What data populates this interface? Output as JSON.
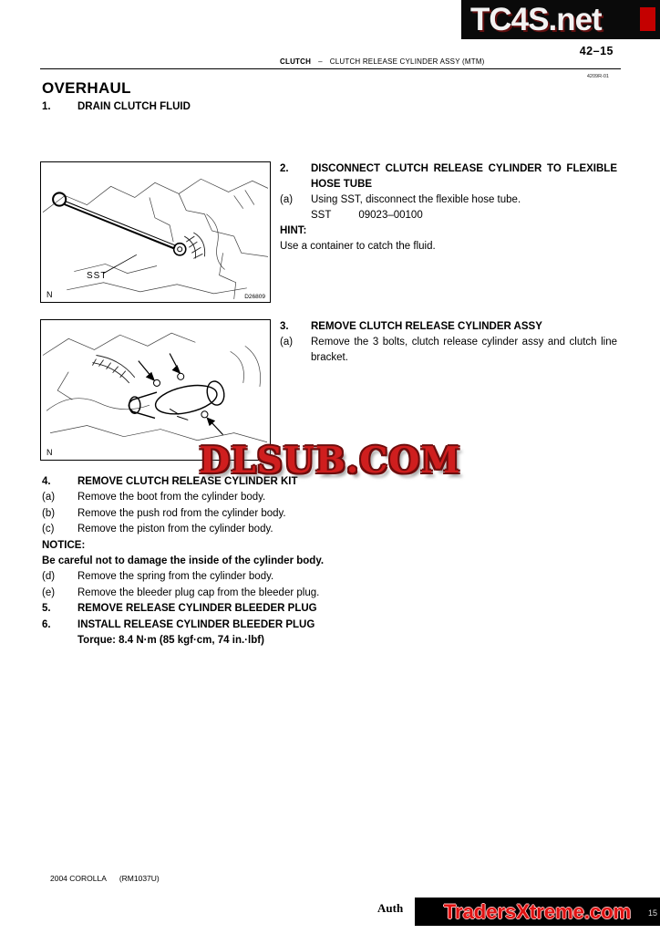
{
  "logo": {
    "text": "TC4S.net",
    "accent_color": "#c40000"
  },
  "header": {
    "page_number": "42–15",
    "section": "CLUTCH",
    "separator": "–",
    "title": "CLUTCH RELEASE CYLINDER ASSY (MTM)",
    "doc_code": "4209R-01"
  },
  "overhaul_title": "OVERHAUL",
  "step1": {
    "num": "1.",
    "heading": "DRAIN CLUTCH FLUID"
  },
  "figure1": {
    "corner_label": "N",
    "tool_label": "SST",
    "code": "D26809"
  },
  "step2": {
    "num": "2.",
    "heading": "DISCONNECT CLUTCH RELEASE CYLINDER TO FLEXIBLE HOSE TUBE",
    "sub_a": {
      "label": "(a)",
      "text": "Using SST, disconnect the flexible hose tube."
    },
    "sst": {
      "label": "SST",
      "value": "09023–00100"
    },
    "hint_label": "HINT:",
    "hint_text": "Use a container to catch the fluid."
  },
  "figure2": {
    "corner_label": "N"
  },
  "step3": {
    "num": "3.",
    "heading": "REMOVE CLUTCH RELEASE CYLINDER ASSY",
    "sub_a": {
      "label": "(a)",
      "text": "Remove the 3 bolts, clutch release cylinder assy and clutch line bracket."
    }
  },
  "watermark": {
    "center": "DLSUB.COM",
    "bottom": "TradersXtreme.com",
    "red": "#cf1e1e"
  },
  "step4": {
    "num": "4.",
    "heading": "REMOVE CLUTCH RELEASE CYLINDER KIT",
    "items": [
      {
        "label": "(a)",
        "text": "Remove the boot from the cylinder body."
      },
      {
        "label": "(b)",
        "text": "Remove the push rod from the cylinder body."
      },
      {
        "label": "(c)",
        "text": "Remove the piston from the cylinder body."
      }
    ],
    "notice_label": "NOTICE:",
    "notice_text": "Be careful not to damage the inside of the cylinder body.",
    "items_after": [
      {
        "label": "(d)",
        "text": "Remove the spring from the cylinder body."
      },
      {
        "label": "(e)",
        "text": "Remove the bleeder plug cap from the bleeder plug."
      }
    ]
  },
  "step5": {
    "num": "5.",
    "heading": "REMOVE RELEASE CYLINDER BLEEDER PLUG"
  },
  "step6": {
    "num": "6.",
    "heading": "INSTALL RELEASE CYLINDER BLEEDER PLUG",
    "torque": "Torque: 8.4 N·m (85 kgf·cm, 74 in.·lbf)"
  },
  "footer": {
    "model": "2004 COROLLA",
    "code": "(RM1037U)",
    "fragment": "Auth",
    "page_fragment": "15"
  }
}
